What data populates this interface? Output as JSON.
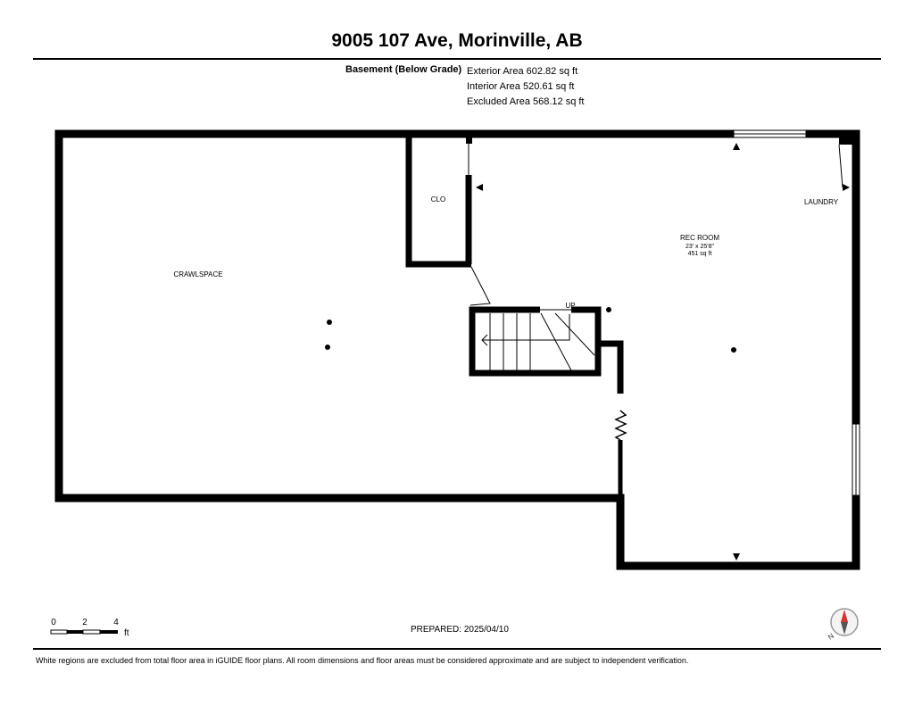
{
  "header": {
    "title": "9005 107 Ave, Morinville, AB"
  },
  "floor": {
    "name": "Basement (Below Grade)",
    "exterior_area": "Exterior Area 602.82 sq ft",
    "interior_area": "Interior Area 520.61 sq ft",
    "excluded_area": "Excluded Area 568.12 sq ft"
  },
  "rooms": {
    "crawlspace": "CRAWLSPACE",
    "closet": "CLO",
    "rec_room": "REC ROOM",
    "rec_room_dims": "23' x 25'8\"",
    "rec_room_area": "451 sq ft",
    "laundry": "LAUNDRY",
    "stairs_up": "UP"
  },
  "scale_bar": {
    "ticks": [
      "0",
      "2",
      "4"
    ],
    "unit": "ft"
  },
  "prepared": "PREPARED: 2025/04/10",
  "footer": {
    "disclaimer": "White regions are excluded from total floor area in iGUIDE floor plans. All room dimensions and floor areas must be considered approximate and are subject to independent verification."
  },
  "compass": {
    "label": "N"
  }
}
